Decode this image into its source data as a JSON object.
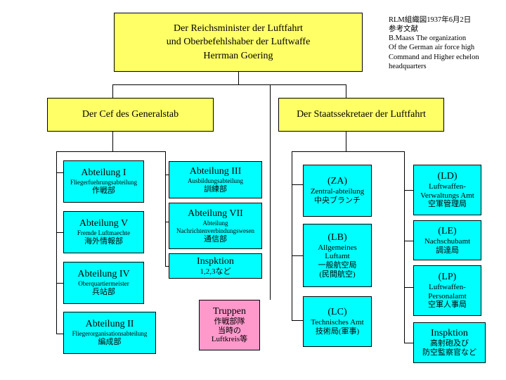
{
  "top": {
    "line1": "Der Reichsminister der Luftfahrt",
    "line2": "und Oberbefehlshaber der Luftwaffe",
    "line3": "Herrman Goering"
  },
  "note": {
    "l1": "RLM組織図1937年6月2日",
    "l2": "参考文献",
    "l3": "B.Maass  The organization",
    "l4": "Of the German air force high",
    "l5": "Command and Higher echelon",
    "l6": "headquarters"
  },
  "left_head": "Der Cef des Generalstab",
  "right_head": "Der Staatssekretaer der Luftfahrt",
  "a1": {
    "title": "Abteilung I",
    "sub": "Fliegerfuehrungsabteilung",
    "jp": "作戦部"
  },
  "a5": {
    "title": "Abteilung V",
    "sub": "Fremde Luftmaechte",
    "jp": "海外情報部"
  },
  "a4": {
    "title": "Abteilung IV",
    "sub": "Oberquartiermeister",
    "jp": "兵站部"
  },
  "a2": {
    "title": "Abteilung II",
    "sub": "Fliegerorganisationsabteilung",
    "jp": "編成部"
  },
  "a3": {
    "title": "Abteilung III",
    "sub": "Ausbildungsabteilung",
    "jp": "訓練部"
  },
  "a7": {
    "title": "Abteilung VII",
    "sub1": "Abteilung",
    "sub2": "Nachrichtenverbindungswesen",
    "jp": "通信部"
  },
  "insp1": {
    "title": "Inspktion",
    "jp": "1,2,3など"
  },
  "truppen": {
    "title": "Truppen",
    "jp1": "作戦部隊",
    "jp2": "当時の",
    "jp3": "Luftkreis等"
  },
  "za": {
    "title": "(ZA)",
    "l1": "Zentral-abteilung",
    "jp": "中央ブランチ"
  },
  "lb": {
    "title": "(LB)",
    "l1": "Allgemeines",
    "l2": "Luftamt",
    "jp1": "一般航空局",
    "jp2": "(民間航空)"
  },
  "lc": {
    "title": "(LC)",
    "l1": "Technisches Amt",
    "jp": "技術局(軍事)"
  },
  "ld": {
    "title": "(LD)",
    "l1": "Luftwaffen-",
    "l2": "Verwaltungs Amt",
    "jp": "空軍管理局"
  },
  "le": {
    "title": "(LE)",
    "l1": "Nachschubamt",
    "jp": "調達局"
  },
  "lp": {
    "title": "(LP)",
    "l1": "Luftwaffen-",
    "l2": "Personalamt",
    "jp": "空軍人事局"
  },
  "insp2": {
    "title": "Inspktion",
    "jp1": "高射砲及び",
    "jp2": "防空監察官など"
  }
}
